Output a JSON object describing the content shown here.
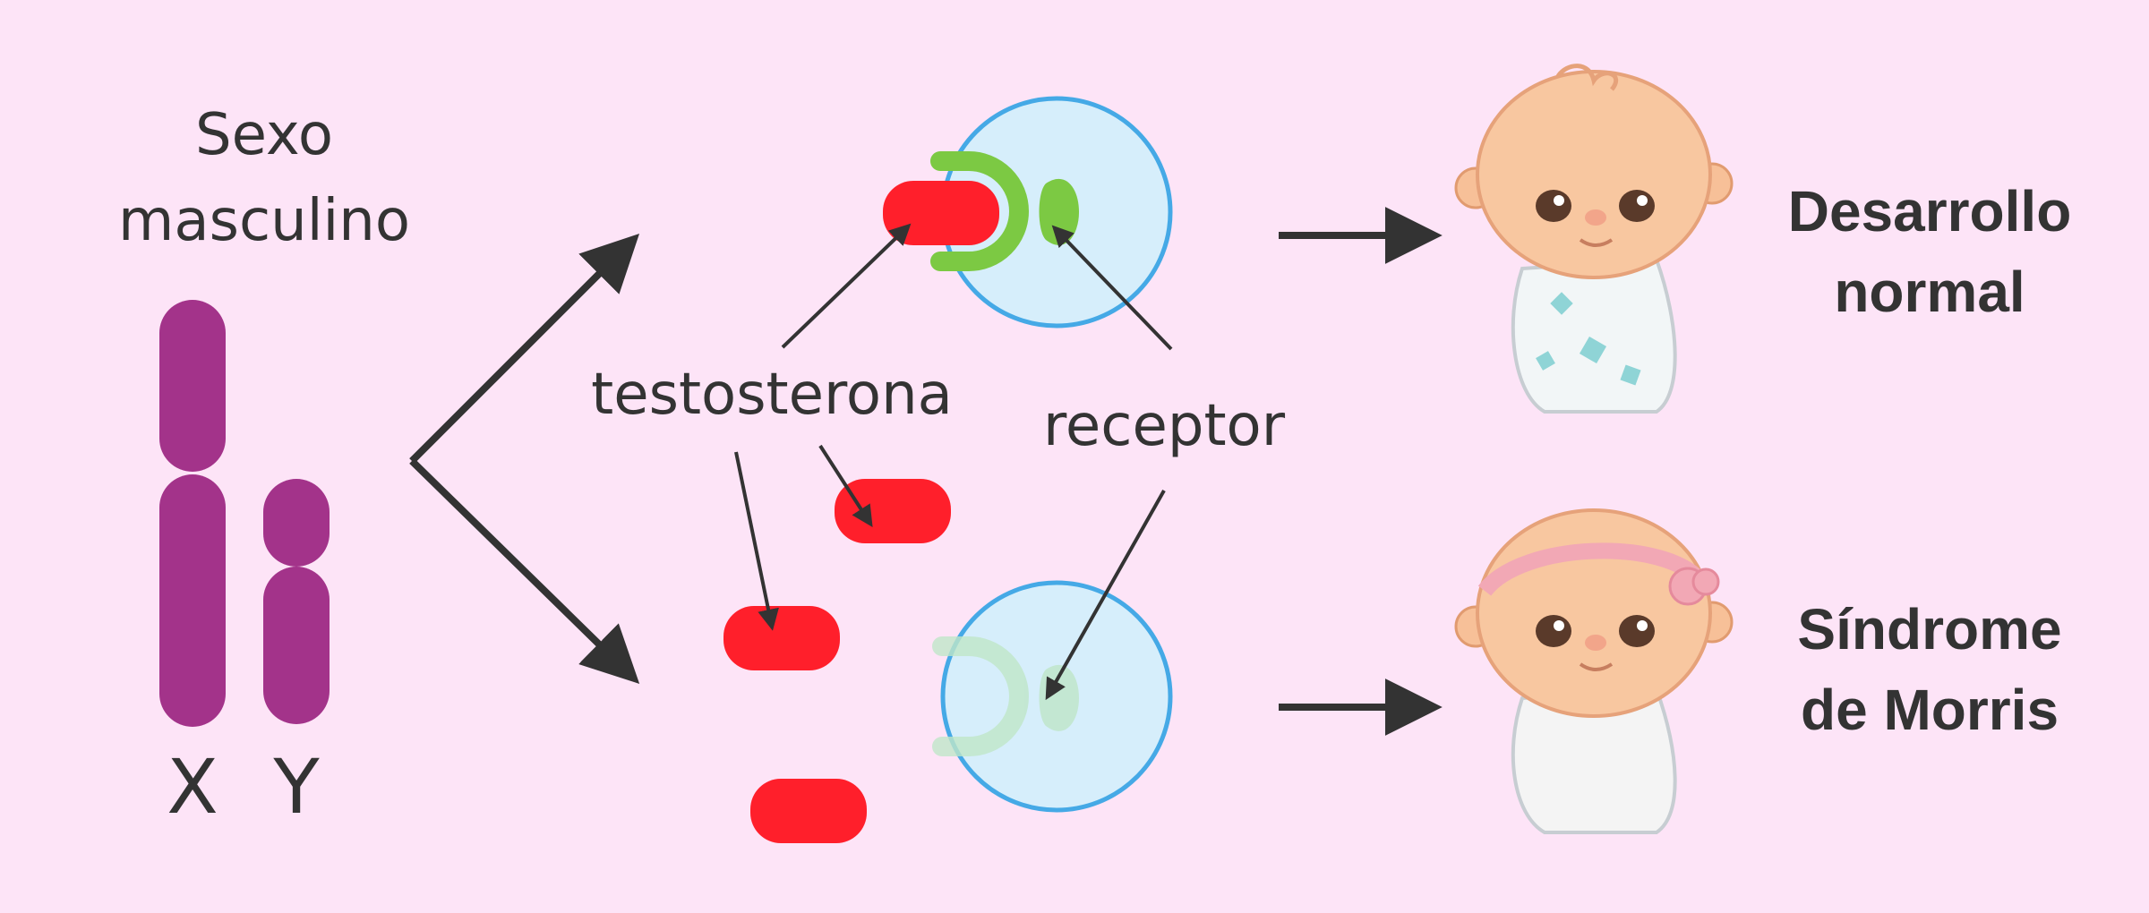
{
  "title_line1": "Sexo",
  "title_line2": "masculino",
  "chromosome_x": "X",
  "chromosome_y": "Y",
  "hormone_label": "testosterona",
  "receptor_label": "receptor",
  "outcome_normal_line1": "Desarrollo",
  "outcome_normal_line2": "normal",
  "outcome_syndrome_line1": "Síndrome",
  "outcome_syndrome_line2": "de Morris",
  "colors": {
    "background": "#fde4f7",
    "chromosome": "#a3338a",
    "hormone": "#ff1f2b",
    "receptor": "#7cc943",
    "receptor_faded": "#bfe6c8",
    "cell_fill": "#d6eefb",
    "cell_stroke": "#45a9e6",
    "arrow": "#333333"
  }
}
